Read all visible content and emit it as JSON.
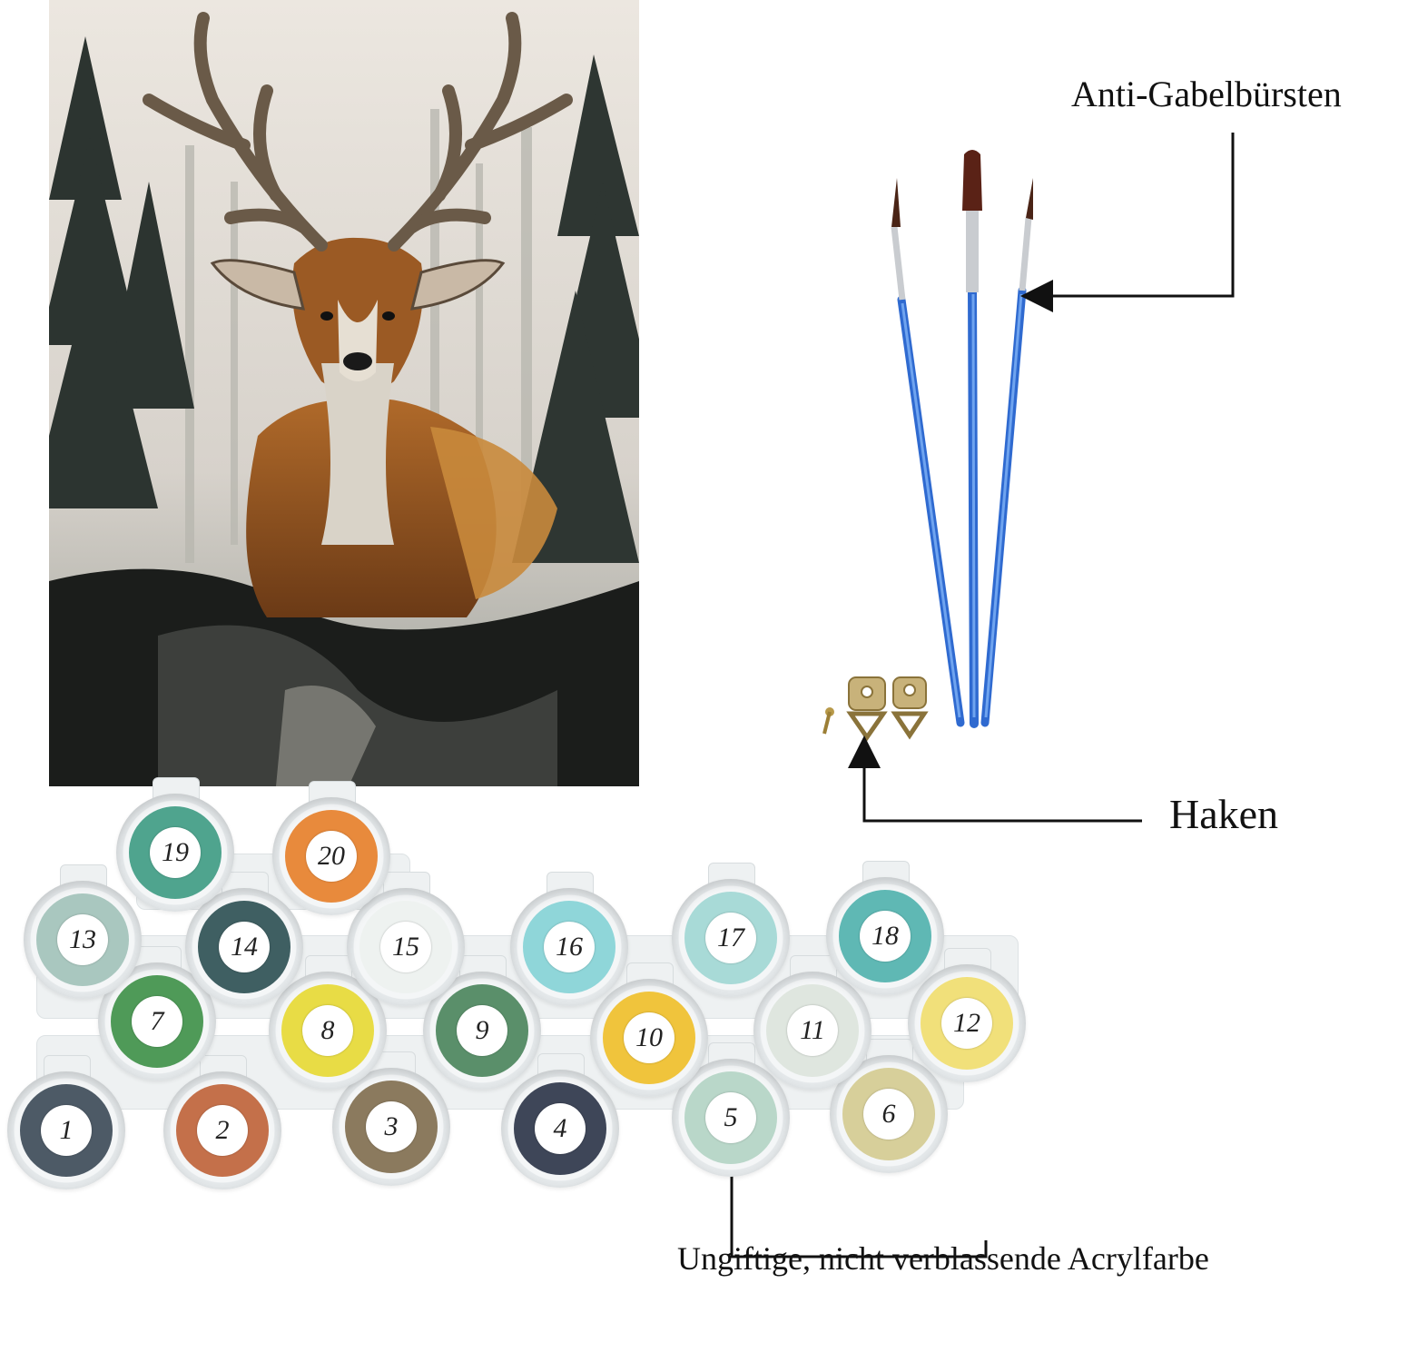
{
  "labels": {
    "brushes": "Anti-Gabelbürsten",
    "hooks": "Haken",
    "paint": "Ungiftige, nicht verblassende Acrylfarbe"
  },
  "paint_pots": [
    {
      "number": "1",
      "color": "#4d5a66"
    },
    {
      "number": "2",
      "color": "#c4704a"
    },
    {
      "number": "3",
      "color": "#8b7a5e"
    },
    {
      "number": "4",
      "color": "#3e4658"
    },
    {
      "number": "5",
      "color": "#b9d7c9"
    },
    {
      "number": "6",
      "color": "#d7cf9a"
    },
    {
      "number": "7",
      "color": "#4f9a58"
    },
    {
      "number": "8",
      "color": "#e8dc45"
    },
    {
      "number": "9",
      "color": "#5a8f6a"
    },
    {
      "number": "10",
      "color": "#f0c43c"
    },
    {
      "number": "11",
      "color": "#dfe6df"
    },
    {
      "number": "12",
      "color": "#f1e07a"
    },
    {
      "number": "13",
      "color": "#a9c7bf"
    },
    {
      "number": "14",
      "color": "#3f5f62"
    },
    {
      "number": "15",
      "color": "#eef2f0"
    },
    {
      "number": "16",
      "color": "#8fd6d9"
    },
    {
      "number": "17",
      "color": "#a8dad7"
    },
    {
      "number": "18",
      "color": "#5fb8b4"
    },
    {
      "number": "19",
      "color": "#4fa48e"
    },
    {
      "number": "20",
      "color": "#e88a3c"
    }
  ]
}
